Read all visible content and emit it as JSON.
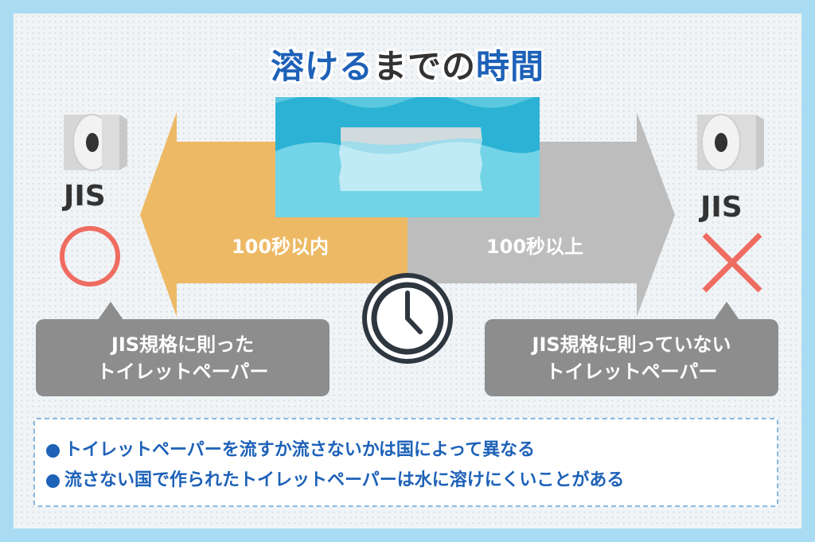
{
  "title": {
    "part1": "溶ける",
    "part2": "までの",
    "part3": "時間"
  },
  "left": {
    "jis_label": "JIS",
    "mark": "circle",
    "time_label": "100秒以内",
    "bubble_line1": "JIS規格に則った",
    "bubble_line2": "トイレットペーパー"
  },
  "right": {
    "jis_label": "JIS",
    "mark": "cross",
    "time_label": "100秒以上",
    "bubble_line1": "JIS規格に則っていない",
    "bubble_line2": "トイレットペーパー"
  },
  "notes": [
    "トイレットペーパーを流すか流さないかは国によって異なる",
    "流さない国で作られたトイレットペーパーは水に溶けにくいことがある"
  ],
  "icons": [
    "toilet-roll-icon",
    "water-tank-icon",
    "clock-icon",
    "circle-mark-icon",
    "cross-mark-icon"
  ],
  "colors": {
    "frame": "#a9dcf3",
    "title_blue": "#1d61b8",
    "orange_arrow": "#edb964",
    "gray_arrow": "#bdbdbd",
    "circle_mark": "#ef6c61",
    "water": "#6fd1e5"
  }
}
